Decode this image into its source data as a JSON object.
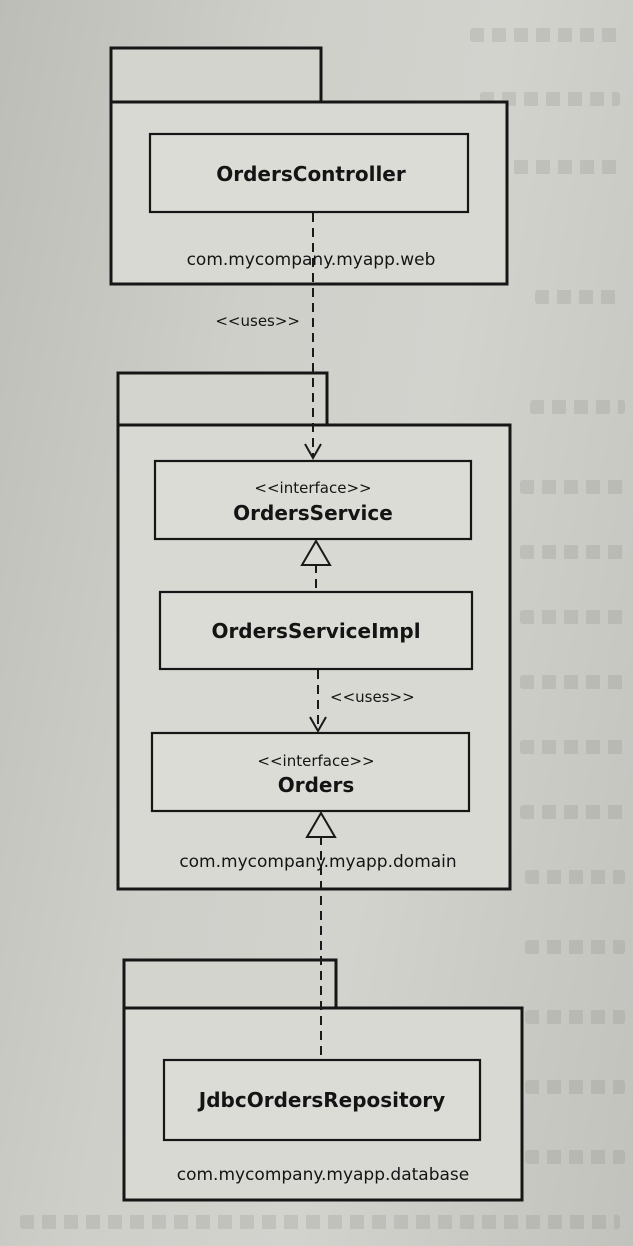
{
  "packages": {
    "web": {
      "label": "com.mycompany.myapp.web",
      "classes": {
        "orders_controller": {
          "name": "OrdersController"
        }
      }
    },
    "domain": {
      "label": "com.mycompany.myapp.domain",
      "classes": {
        "orders_service": {
          "stereotype": "<<interface>>",
          "name": "OrdersService"
        },
        "orders_service_impl": {
          "name": "OrdersServiceImpl"
        },
        "orders": {
          "stereotype": "<<interface>>",
          "name": "Orders"
        }
      }
    },
    "database": {
      "label": "com.mycompany.myapp.database",
      "classes": {
        "jdbc_orders_repository": {
          "name": "JdbcOrdersRepository"
        }
      }
    }
  },
  "relations": {
    "controller_uses_service": {
      "label": "<<uses>>"
    },
    "impl_uses_orders": {
      "label": "<<uses>>"
    }
  }
}
